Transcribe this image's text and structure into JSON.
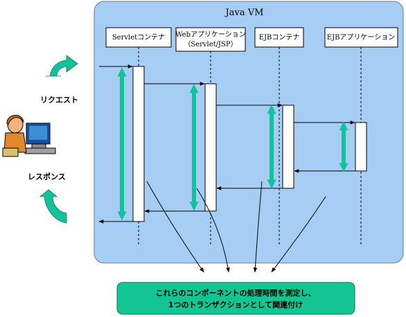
{
  "vm": {
    "title": "Java VM"
  },
  "components": [
    {
      "line1": "Servletコンテナ",
      "line2": ""
    },
    {
      "line1": "Webアプリケーション",
      "line2": "（Servlet/JSP）"
    },
    {
      "line1": "EJBコンテナ",
      "line2": ""
    },
    {
      "line1": "EJBアプリケーション",
      "line2": ""
    }
  ],
  "side": {
    "request": "リクエスト",
    "response": "レスポンス"
  },
  "note": {
    "line1": "これらのコンポーネントの処理時間を測定し、",
    "line2": "1つのトランザクションとして関連付け"
  },
  "colors": {
    "vm_fill": "#a6cdf4",
    "accent": "#13c29a",
    "note_fill": "#12c592",
    "line": "#000000"
  }
}
